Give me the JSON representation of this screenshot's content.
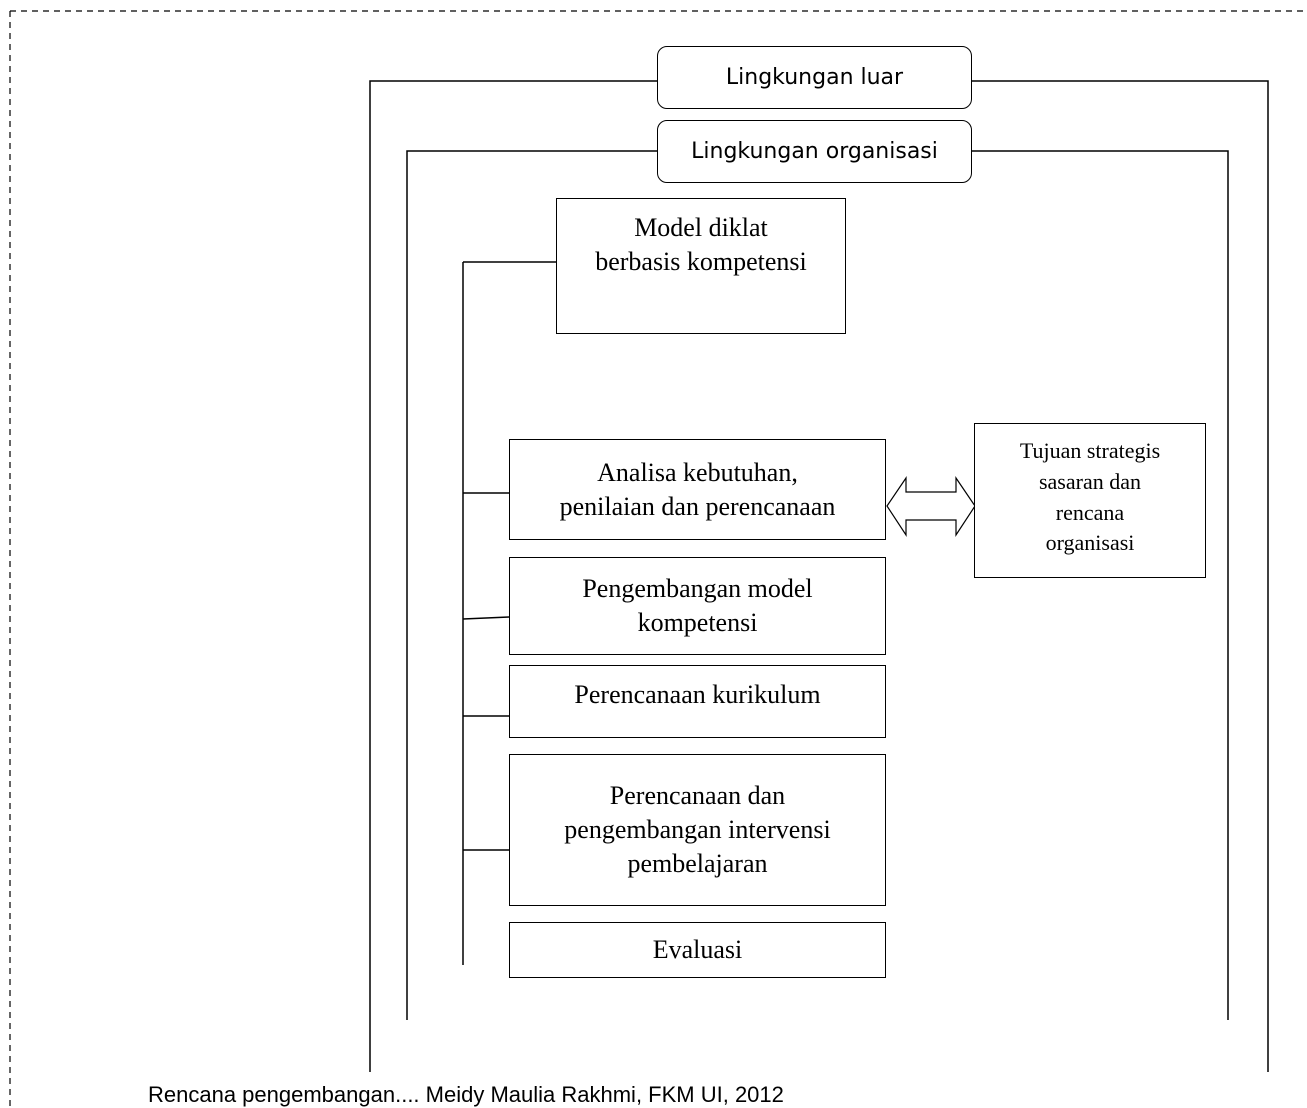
{
  "diagram": {
    "outer_env": "Lingkungan luar",
    "org_env": "Lingkungan organisasi",
    "model": "Model diklat\nberbasis kompetensi",
    "steps": [
      "Analisa kebutuhan,\npenilaian dan perencanaan",
      "Pengembangan model\nkompetensi",
      "Perencanaan kurikulum",
      "Perencanaan dan\npengembangan intervensi\npembelajaran",
      "Evaluasi"
    ],
    "strategic": "Tujuan strategis\nsasaran dan\nrencana\norganisasi"
  },
  "footer": "Rencana pengembangan.... Meidy Maulia Rakhmi, FKM UI, 2012"
}
